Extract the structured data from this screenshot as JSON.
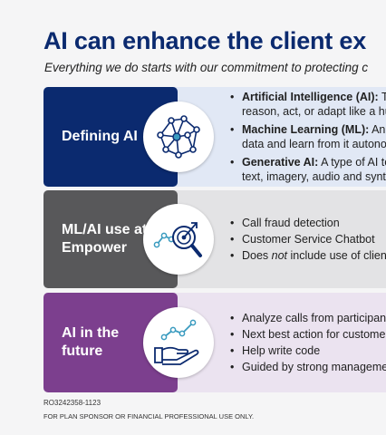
{
  "header": {
    "title": "AI can enhance the client ex",
    "subtitle": "Everything we do starts with our commitment to protecting c"
  },
  "rows": [
    {
      "tile_label": "Defining AI",
      "icon": "neural-network-icon",
      "bullets": [
        {
          "term": "Artificial Intelligence (AI):",
          "line1": " Th",
          "line2": "reason, act, or adapt like a hu"
        },
        {
          "term": "Machine Learning (ML):",
          "line1": " An a",
          "line2": "data and learn from it autono"
        },
        {
          "term": "Generative AI:",
          "line1": " A type of AI te",
          "line2": "text, imagery, audio and synth"
        }
      ]
    },
    {
      "tile_label": "ML/AI use at Empower",
      "icon": "magnifier-chart-icon",
      "bullets": [
        {
          "text": "Call fraud detection"
        },
        {
          "text": "Customer Service Chatbot"
        },
        {
          "pre": "Does ",
          "em": "not",
          "post": " include use of client"
        }
      ]
    },
    {
      "tile_label": "AI in the future",
      "icon": "hand-growth-icon",
      "bullets": [
        {
          "text": "Analyze calls from participant"
        },
        {
          "text": "Next best action for customer"
        },
        {
          "text": "Help write code"
        },
        {
          "text": "Guided by strong managemen"
        }
      ]
    }
  ],
  "footer": {
    "code": "RO3242358-1123",
    "disclaimer": "FOR PLAN SPONSOR OR FINANCIAL PROFESSIONAL USE ONLY."
  },
  "colors": {
    "navy": "#0b2a6f",
    "gray": "#58585a",
    "purple": "#7c3f8e",
    "icon_teal": "#3a9bbf"
  }
}
